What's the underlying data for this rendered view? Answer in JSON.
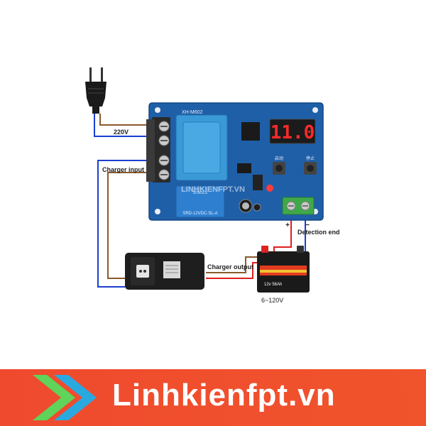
{
  "board": {
    "model_label": "XH-M602",
    "display_value": "11.0",
    "button_start_label": "启动",
    "button_stop_label": "停止",
    "relay_brand": "SONGLE",
    "relay_model": "SRD-12VDC-SL-A",
    "watermark": "LINHKIENFPT.VN"
  },
  "labels": {
    "ac_input": "220V",
    "charger_input": "Charger input",
    "charger_output": "Charger output",
    "detection_end": "Detection end",
    "battery_range": "6~120V",
    "battery_face": "12v 56Ah",
    "plus": "+",
    "minus": "−"
  },
  "banner": {
    "brand_text": "Linhkienfpt.vn"
  },
  "colors": {
    "board": "#1f5fa8",
    "wire_blue": "#1b3fd1",
    "wire_brown": "#8a5a2b",
    "wire_red": "#e01f1f",
    "banner": "#ef4a2e",
    "chevron_green": "#5fd35a",
    "chevron_blue": "#2aa9e0"
  }
}
